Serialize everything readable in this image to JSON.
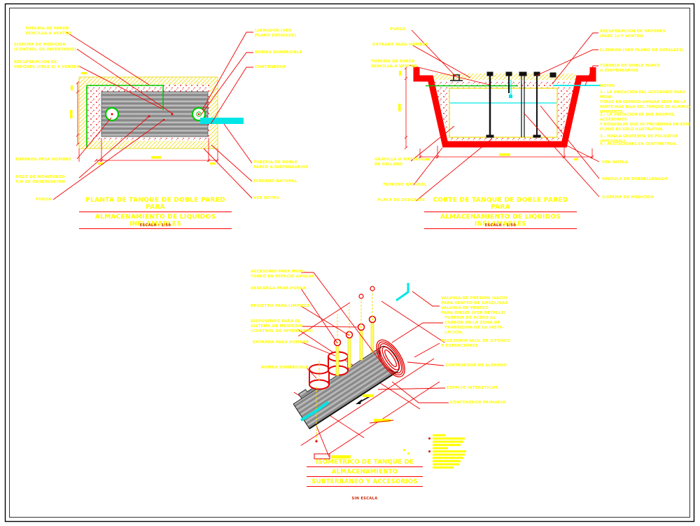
{
  "colors": {
    "label": "#FFFF00",
    "leader": "#FF0000",
    "green": "#00C800",
    "cyan": "#00E6E6",
    "pit_red": "#FF0000",
    "title_underline": "#FF0000"
  },
  "plan_view": {
    "title_line1": "PLANTA DE TANQUE DE DOBLE PARED PARA",
    "title_line2": "ALMACENAMIENTO DE LIQUIDOS INFLAMABLES",
    "scale": "ESCALA :  1/50",
    "labels_left": [
      "TUBERIA DE PARED\nSENCILLA A VENTEO",
      "SISTEMA DE MEDICION\n(CONTROL DE INVENTARIO)",
      "RECUPERACION DE\nVAPORES (FASE 1) Y VENTEO",
      "ENTRADA PASA HOMBRE",
      "POZO DE MONITOREO\nY/O DE OBSERVACION",
      "PURGA"
    ],
    "labels_right": [
      "LLENADOR (VER\nPLANO DETALLES)",
      "BOMBA SUMERGIBLE",
      "CONTENEDOR",
      "TUBERIA DE DOBLE\nPARED A DISPENSARIOS",
      "TERRENO NATURAL",
      "VER NOTAS"
    ]
  },
  "section_view": {
    "title_line1": "CORTE DE TANQUE DE DOBLE PARED PARA",
    "title_line2": "ALMACENAMIENTO DE LIQUIDOS INFLAMABLES",
    "scale": "ESCALA :  1/50",
    "labels_left": [
      "PURGA",
      "ENTRADA PASA HOMBRE",
      "TUBERIA DE PARED\nSENCILLA A VENTEO",
      "GRAVILLA O MATERIAL\nDE RELLENO",
      "TERRENO NATURAL",
      "PLACA DE DESGASTE"
    ],
    "labels_right": [
      "RECUPERACION DE VAPORES\n(FASE 1) Y VENTEO",
      "LLENADO (VER PLANO DE DETALLES)",
      "TUBERIA DE DOBLE PARED\nA DISPENSARIOS",
      "VER NOTAS",
      "VALVULA DE SOBRELLENADO",
      "SISTEMA DE MEDICION"
    ],
    "notes_heading": "NOTAS:",
    "notes": [
      "1.-  LA UBICACION DEL ACCESORIO PARA MONI-\nTOREO EN ESPACIO ANULAR SERA EN LA\nPARTE MAS BAJA DEL TANQUE DE ALMACE-\nNAMIENTO.",
      "2.-  LA UBICACION DE LOS EQUIPOS, ACCESORIOS\nY BOQUILLAS QUE SE PRESENTAN EN ESTE\nPLANO ES SOLO ILUSTRATIVA.",
      "3.-  MALLA GEOTEXTIL DE POLIESTER (OPCIONAL).",
      "4.-  ACOTACIONES EN CENTIMETROS."
    ]
  },
  "isometric_view": {
    "title_line1": "ISOMETRICO DE TANQUE DE",
    "title_line2": "ALMACENAMIENTO",
    "title_line3": "SUBTERRANEO Y ACCESORIOS",
    "scale": "SIN ESCALA",
    "labels_left": [
      "ACCESORIO PARA MONI-\nTOREO EN ESPACIO ANULAR",
      "DESCARGA PARA PURGA",
      "REGISTRO PARA LIMPIEZA",
      "DISPOSITIVO PARA EL\nSISTEMA DE MEDICION\n(CONTROL DE INVENTARIO)",
      "ENTRADA PASA HOMBRE",
      "BOMBA SUMERGIBLE"
    ],
    "labels_right": [
      "VALVULA DE PRESION /VACIO\nPARA VENTEO DE GASOLINAS\nVALVULA DE VENTEO\nPARA DIESEL (VER DETALLE)",
      "TUBERIA DE ACERO AL\nCARBON EN LA ZONA DE\nTRANSICION DE LA INSTA-\nLACION.",
      "ACCESORIO VALV. DE SIFONEO\nY EXTRACTORES",
      "CONTENEDOR DE LLENADO",
      "ESPACIO INTERSTICIAL",
      "CONTENEDOR PRIMARIO"
    ]
  }
}
